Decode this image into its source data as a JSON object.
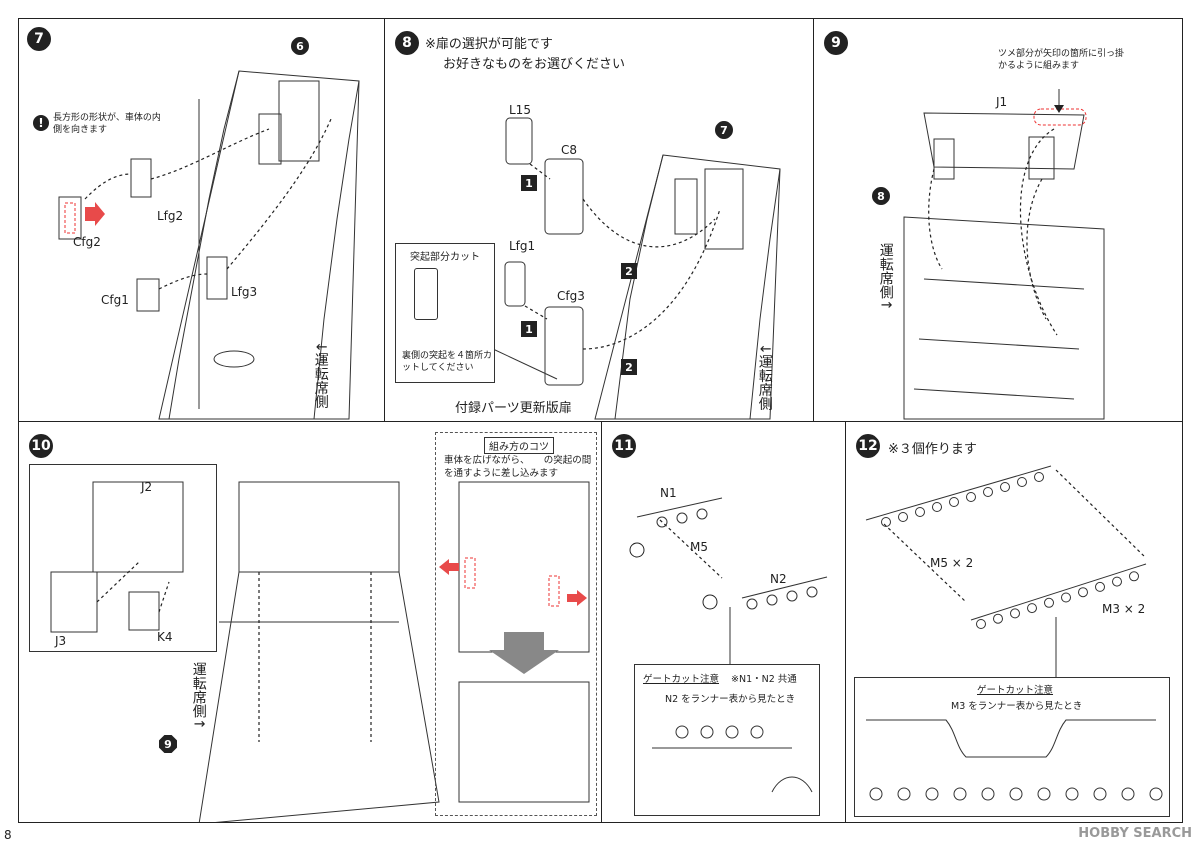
{
  "page_number": "8",
  "watermark": "HOBBY SEARCH",
  "step7": {
    "number": "7",
    "ref_badge": "6",
    "warning_note": "長方形の形状が、車体の内側を向きます",
    "parts": [
      "Cfg2",
      "Lfg2",
      "Cfg1",
      "Lfg3"
    ],
    "direction_label": "運転席側"
  },
  "step8": {
    "number": "8",
    "note_line1": "※扉の選択が可能です",
    "note_line2": "お好きなものをお選びください",
    "ref_badge": "7",
    "parts": [
      "L15",
      "C8",
      "Lfg1",
      "Cfg3"
    ],
    "option_badges": [
      "1",
      "2",
      "1",
      "2"
    ],
    "inset_title": "突起部分カット",
    "inset_note": "裏側の突起を４箇所カットしてください",
    "caption": "付録パーツ更新版扉",
    "direction_label": "運転席側"
  },
  "step9": {
    "number": "9",
    "note": "ツメ部分が矢印の箇所に引っ掛かるように組みます",
    "part": "J1",
    "ref_badge": "8",
    "direction_label": "運転席側"
  },
  "step10": {
    "number": "10",
    "parts": [
      "J2",
      "J3",
      "K4"
    ],
    "ref_badge": "9",
    "direction_label": "運転席側",
    "tip_title": "組み方のコツ",
    "tip_text": "車体を広げながら、　　の突起の間を通すように差し込みます"
  },
  "step11": {
    "number": "11",
    "parts": [
      "N1",
      "M5",
      "N2"
    ],
    "gate_title": "ゲートカット注意",
    "gate_common": "※N1・N2 共通",
    "gate_note": "N2 をランナー表から見たとき"
  },
  "step12": {
    "number": "12",
    "note": "※３個作ります",
    "parts": [
      "M5 × 2",
      "M3 × 2"
    ],
    "gate_title": "ゲートカット注意",
    "gate_note": "M3 をランナー表から見たとき"
  }
}
